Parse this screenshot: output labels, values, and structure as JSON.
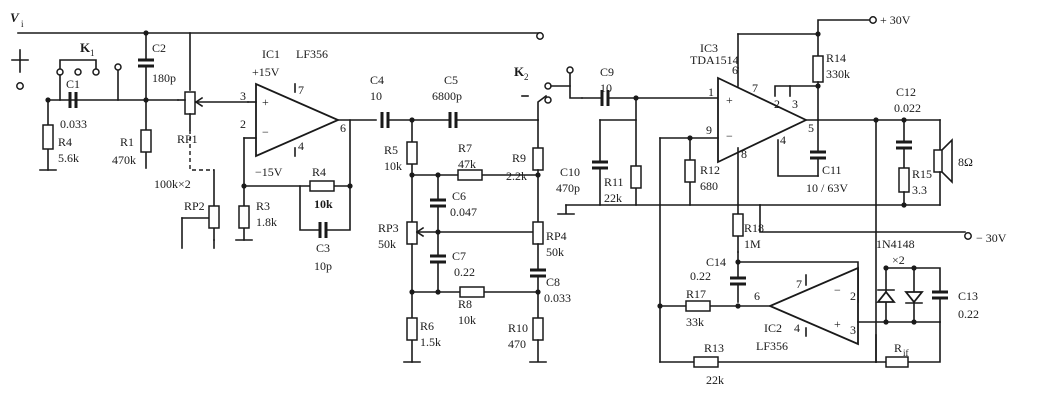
{
  "labels": {
    "vi": "V",
    "vi_sub": "i",
    "k1": "K",
    "k1_sub": "1",
    "k2": "K",
    "k2_sub": "2",
    "c1": "C1",
    "c1_val": "0.033",
    "c2": "C2",
    "c2_val": "180p",
    "r4": "R4",
    "r4_val": "5.6k",
    "r1": "R1",
    "r1_val": "470k",
    "rp1": "RP1",
    "rp_dual": "100k×2",
    "rp2": "RP2",
    "ic1": "IC1",
    "ic1_type": "LF356",
    "plus15": "+15V",
    "minus15": "−15V",
    "r3": "R3",
    "r3_val": "1.8k",
    "r4b": "R4",
    "r4b_val": "10k",
    "c3": "C3",
    "c3_val": "10p",
    "c4": "C4",
    "c4_val": "10",
    "c5": "C5",
    "c5_val": "6800p",
    "r5": "R5",
    "r5_val": "10k",
    "r7": "R7",
    "r7_val": "47k",
    "c6": "C6",
    "c6_val": "0.047",
    "rp3": "RP3",
    "rp3_val": "50k",
    "c7": "C7",
    "c7_val": "0.22",
    "r8": "R8",
    "r8_val": "10k",
    "r6": "R6",
    "r6_val": "1.5k",
    "r9": "R9",
    "r9_val": "2.2k",
    "rp4": "RP4",
    "rp4_val": "50k",
    "c8": "C8",
    "c8_val": "0.033",
    "r10": "R10",
    "r10_val": "470",
    "c9": "C9",
    "c9_val": "10",
    "c10": "C10",
    "c10_val": "470p",
    "r11": "R11",
    "r11_val": "22k",
    "ic3": "IC3",
    "ic3_type": "TDA1514",
    "r12": "R12",
    "r12_val": "680",
    "r14": "R14",
    "r14_val": "330k",
    "c11": "C11",
    "c11_val": "10 / 63V",
    "plus30": "+ 30V",
    "minus30": "− 30V",
    "c12": "C12",
    "c12_val": "0.022",
    "r15": "R15",
    "r15_val": "3.3",
    "spk_val": "8Ω",
    "r18": "R18",
    "r18_val": "1M",
    "c14": "C14",
    "c14_val": "0.22",
    "r17": "R17",
    "r17_val": "33k",
    "ic2": "IC2",
    "ic2_type": "LF356",
    "diode": "1N4148",
    "diode_x2": "×2",
    "c13": "C13",
    "c13_val": "0.22",
    "r13": "R13",
    "r13_val": "22k",
    "rif": "R",
    "rif_sub": "if"
  },
  "pins": {
    "p3": "3",
    "p2": "2",
    "p7": "7",
    "p6": "6",
    "p4": "4",
    "t1": "1",
    "t9": "9",
    "t8": "8",
    "t6": "6",
    "t7": "7",
    "t2": "2",
    "t3": "3",
    "t5": "5",
    "t4": "4",
    "u7": "7",
    "u6": "6",
    "u4": "4",
    "u2": "2",
    "u3": "3",
    "plus": "+",
    "minus": "−"
  }
}
